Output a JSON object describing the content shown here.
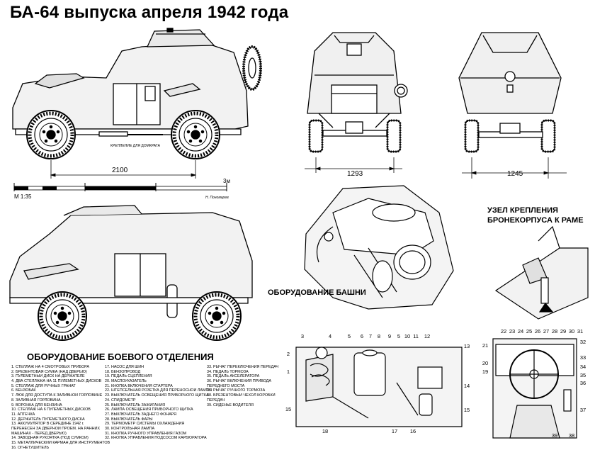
{
  "title": "БА-64 выпуска апреля 1942 года",
  "dims": {
    "side_length": "2100",
    "front_track": "1293",
    "rear_track": "1245"
  },
  "scale": {
    "label": "М 1:35",
    "end": "3м",
    "author": "Н. Пономарев"
  },
  "labels": {
    "jack_mount": "КРЕПЛЕНИЕ ДЛЯ ДОМКРАТА"
  },
  "turret_equipment_title": "ОБОРУДОВАНИЕ БАШНИ",
  "hull_mount_title": [
    "УЗЕЛ КРЕПЛЕНИЯ",
    "БРОНЕКОРПУСА К РАМЕ"
  ],
  "combat_equipment": {
    "title": "ОБОРУДОВАНИЕ БОЕВОГО ОТДЕЛЕНИЯ",
    "col1": [
      "1. СТЕЛЛАЖ НА 4 СМОТРОВЫХ ПРИБОРА",
      "2. БРЕЗЕНТОВАЯ СУМКА (НАД ДВЕРЬЮ)",
      "3. ПУЛЕМЕТНЫЙ ДИСК НА ДЕРЖАТЕЛЕ",
      "4. ДВА СТЕЛЛАЖА НА 11 ПУЛЕМЕТНЫХ ДИСКОВ",
      "5. СТЕЛЛАЖ ДЛЯ РУЧНЫХ ГРАНАТ",
      "6. БЕНЗОБАК",
      "7. ЛЮК ДЛЯ ДОСТУПА К ЗАЛИВНОЙ ГОРЛОВИНЕ",
      "8. ЗАЛИВНАЯ ГОРЛОВИНА",
      "9. ВОРОНКА ДЛЯ БЕНЗИНА",
      "10. СТЕЛЛАЖ НА 6 ПУЛЕМЕТНЫХ ДИСКОВ",
      "11. АПТЕЧКА",
      "12. ДЕРЖАТЕЛЬ ПУЛЕМЕТНОГО ДИСКА",
      "13. АККУМУЛЯТОР В СЕРЕДИНЕ 1942 г.",
      "ПЕРЕНЕСЕН ЗА  ДВЕРНОЙ ПРОЕМ. НА РАННИХ",
      "МАШИНАХ - ПЕРЕД ДВЕРЬЮ)",
      "14. ЗАВОДНАЯ РУКОЯТКА (ПОД СУМКОЙ)",
      "15. МЕТАЛЛИЧЕСКИЙ КАРМАН ДЛЯ ИНСТРУМЕНТОВ",
      "16. ОГНЕТУШИТЕЛЬ"
    ],
    "col2": [
      "17. НАСОС ДЛЯ ШИН",
      "18. БЕНЗОПРОВОД",
      "19. ПЕДАЛЬ СЦЕПЛЕНИЯ",
      "20. МАСЛОУКАЗАТЕЛЬ",
      "21. КНОПКА ВКЛЮЧЕНИЯ СТАРТЕРА",
      "22. ШТЕПСЕЛЬНАЯ РОЗЕТКА ДЛЯ ПЕРЕНОСНОЙ ЛАМПЫ",
      "23. ВЫКЛЮЧАТЕЛЬ ОСВЕЩЕНИЯ ПРИБОРНОГО ЩИТКА",
      "24. СПИДОМЕТР",
      "25. ВЫКЛЮЧАТЕЛЬ ЗАЖИГАНИЯ",
      "26. ЛАМПА ОСВЕЩЕНИЯ ПРИБОРНОГО ЩИТКА",
      "27. ВЫКЛЮЧАТЕЛЬ ЗАДНЕГО ФОНАРЯ",
      "28. ВЫКЛЮЧАТЕЛЬ ФАРЫ",
      "29. ТЕРМОМЕТР СИСТЕМЫ ОХЛАЖДЕНИЯ",
      "30. КОНТРОЛЬНАЯ ЛАМПА",
      "31. КНОПКА РУЧНОГО УПРАВЛЕНИЯ ГАЗОМ",
      "32. КНОПКА УПРАВЛЕНИЯ ПОДСОСОМ КАРБЮРАТОРА"
    ],
    "col3": [
      "33. РЫЧАГ ПЕРЕКЛЮЧЕНИЯ ПЕРЕДАЧ",
      "34. ПЕДАЛЬ ТОРМОЗА",
      "35. ПЕДАЛЬ АКСЕЛЕРАТОРА",
      "36. РЫЧАГ ВКЛЮЧЕНИЯ ПРИВОДА",
      "ПЕРЕДНЕГО МОСТА",
      "37. РЫЧАГ РУЧНОГО ТОРМОЗА",
      "38. БРЕЗЕНТОВЫЙ ЧЕХОЛ КОРОБКИ",
      "ПЕРЕДАЧ",
      "39. СИДЕНЬЕ ВОДИТЕЛЯ"
    ]
  },
  "callouts": {
    "interior_top": [
      "3",
      "4",
      "5",
      "6",
      "7",
      "8",
      "9",
      "5",
      "10",
      "11",
      "12"
    ],
    "interior_left": [
      "2",
      "1",
      "15"
    ],
    "interior_right": [
      "13",
      "14",
      "15"
    ],
    "interior_bottom": [
      "18",
      "17",
      "16"
    ],
    "dash_top": [
      "22",
      "23",
      "24",
      "25",
      "26",
      "27",
      "28",
      "29",
      "30",
      "31"
    ],
    "dash_left": [
      "21",
      "20",
      "19"
    ],
    "dash_right": [
      "32",
      "33",
      "34",
      "35",
      "36",
      "37"
    ],
    "dash_bottom": [
      "39",
      "38"
    ]
  }
}
